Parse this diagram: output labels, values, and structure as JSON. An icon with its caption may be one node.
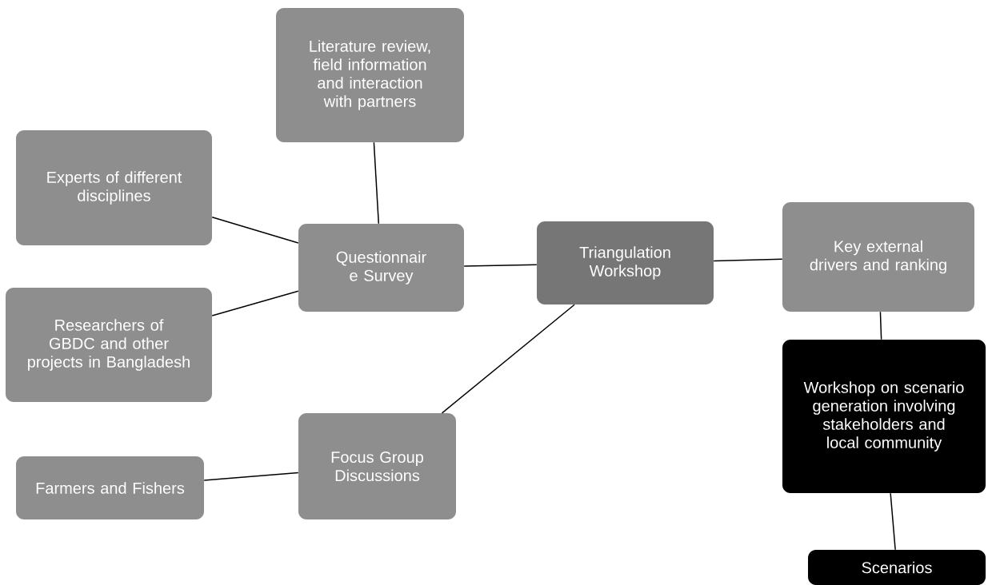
{
  "diagram": {
    "nodes": [
      {
        "text": [
          "Literature review, field information and interaction with partners"
        ]
      },
      {
        "text": [
          "Experts of different disciplines"
        ]
      },
      {
        "text": [
          "Questionnair e Survey"
        ]
      },
      {
        "text": [
          "Triangulation Workshop"
        ]
      },
      {
        "text": [
          "Key external drivers and ranking"
        ]
      },
      {
        "text": [
          "Researchers of GBDC and other projects in Bangladesh"
        ]
      },
      {
        "text": [
          "Workshop on scenario generation involving stakeholders and local community"
        ]
      },
      {
        "text": [
          "Farmers and Fishers"
        ]
      },
      {
        "text": [
          "Focus Group Discussions"
        ]
      },
      {
        "text": [
          "Scenarios"
        ]
      }
    ],
    "edges": [
      {
        "from": 0,
        "to": 2,
        "arrow": "none"
      },
      {
        "from": 1,
        "to": 2,
        "arrow": "none"
      },
      {
        "from": 5,
        "to": 2,
        "arrow": "none"
      },
      {
        "from": 2,
        "to": 3,
        "arrow": "none"
      },
      {
        "from": 3,
        "to": 4,
        "arrow": "none"
      },
      {
        "from": 4,
        "to": 6,
        "arrow": "none"
      },
      {
        "from": 6,
        "to": 9,
        "arrow": "none"
      },
      {
        "from": 7,
        "to": 8,
        "arrow": "none"
      },
      {
        "from": 8,
        "to": 3,
        "arrow": "none"
      }
    ]
  }
}
